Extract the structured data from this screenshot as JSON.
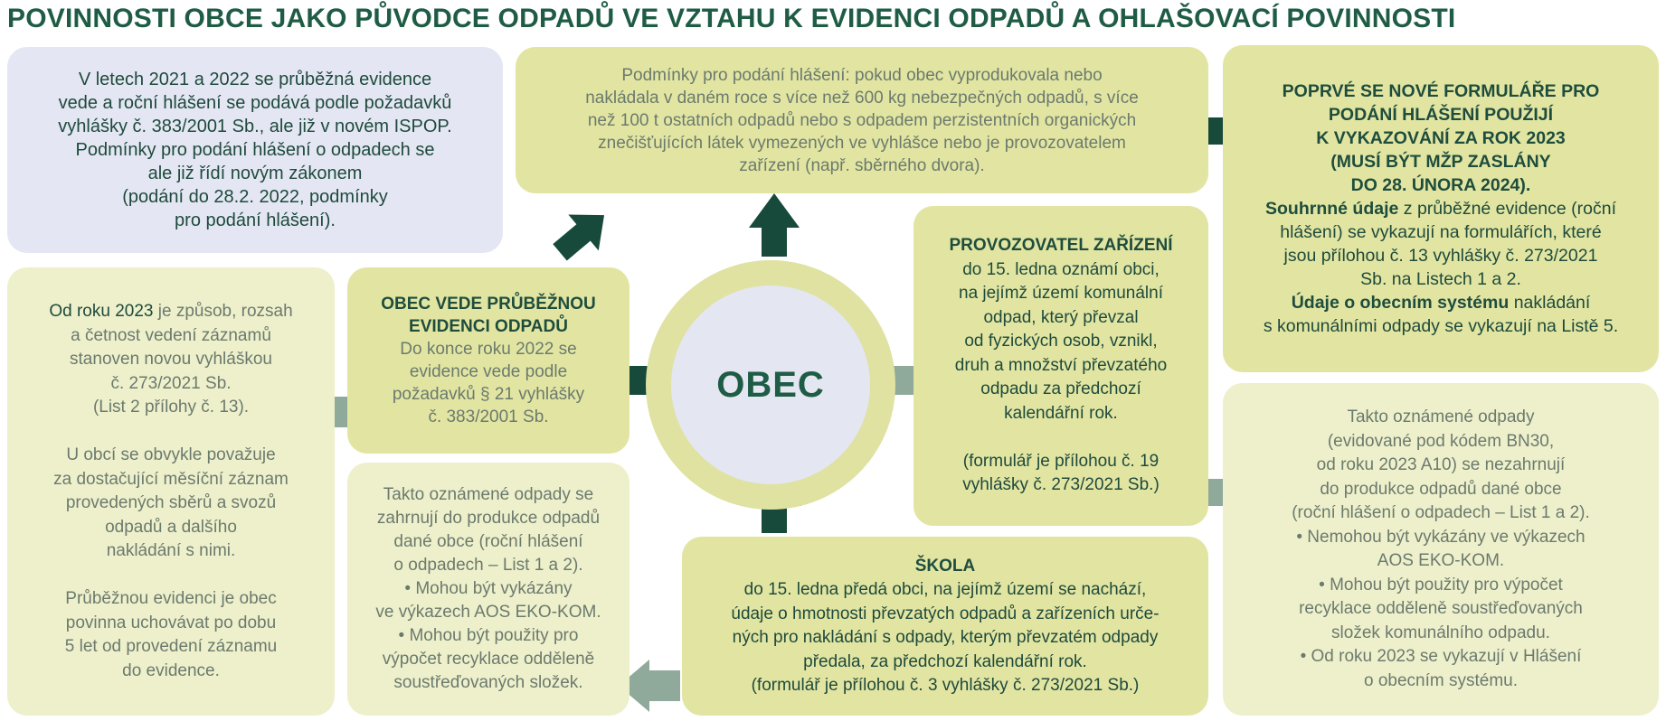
{
  "title": "POVINNOSTI OBCE JAKO PŮVODCE ODPADŮ VE VZTAHU K EVIDENCI ODPADŮ A OHLAŠOVACÍ POVINNOSTI",
  "center": {
    "label": "OBEC"
  },
  "boxes": {
    "intro": "V letech 2021 a 2022 se průběžná evidence\nvede a roční hlášení se podává podle požadavků\nvyhlášky č. 383/2001 Sb., ale již v novém ISPOP.\nPodmínky pro podání hlášení o odpadech se\nale již řídí novým zákonem\n(podání do 28.2. 2022, podmínky\npro podání hlášení).",
    "conditions": "Podmínky pro podání hlášení: pokud obec vyprodukovala nebo\nnakládala v daném roce s více než 600 kg nebezpečných odpadů, s více\nnež 100 t ostatních odpadů nebo s odpadem perzistentních organických\nznečišťujících látek vymezených ve vyhlášce nebo je provozovatelem\nzařízení (např. sběrného dvora).",
    "new_forms": {
      "heading": "POPRVÉ SE NOVÉ FORMULÁŘE PRO\nPODÁNÍ HLÁŠENÍ POUŽIJÍ\nK VYKAZOVÁNÍ ZA ROK 2023\n(MUSÍ BÝT MŽP ZASLÁNY\nDO 28. ÚNORA 2024).",
      "b1": "Souhrnné údaje",
      "t1": " z průběžné evidence (roční\nhlášení) se vykazují na formulářích, které\njsou přílohou č. 13 vyhlášky č. 273/2021\nSb. na Listech 1 a 2.",
      "b2": "Údaje o obecním systému",
      "t2": " nakládání\ns komunálními odpady se vykazují na Listě 5."
    },
    "from_2023": {
      "b": "Od roku 2023",
      "t": " je způsob, rozsah\na četnost vedení záznamů\nstanoven novou vyhláškou\nč. 273/2021 Sb.\n(List 2 přílohy č. 13).\n\nU obcí se obvykle považuje\nza dostačující měsíční záznam\nprovedených sběrů a svozů\nodpadů a dalšího\nnakládání s nimi.\n\nPrůběžnou evidenci je obec\npovinna uchovávat po dobu\n5 let od provedení záznamu\ndo evidence."
    },
    "obec_vede": {
      "heading": "OBEC VEDE PRŮBĚŽNOU\nEVIDENCI ODPADŮ",
      "text": "Do konce roku 2022 se\nevidence vede podle\npožadavků § 21 vyhlášky\nč. 383/2001 Sb."
    },
    "reported_left": "Takto oznámené odpady se\nzahrnují do produkce odpadů\ndané obce (roční hlášení\no odpadech – List 1 a 2).\n• Mohou být vykázány\nve výkazech AOS EKO-KOM.\n• Mohou být použity pro\nvýpočet recyklace odděleně\nsoustřeďovaných složek.",
    "provozovatel": {
      "heading": "PROVOZOVATEL ZAŘÍZENÍ",
      "text": "do 15. ledna oznámí obci,\nna jejímž území komunální\nodpad, který převzal\nod fyzických osob, vznikl,\ndruh a množství převzatého\nodpadu za předchozí\nkalendářní rok.\n\n(formulář je přílohou č. 19\nvyhlášky č. 273/2021 Sb.)"
    },
    "skola": {
      "heading": "ŠKOLA",
      "text": "do 15. ledna předá obci, na jejímž území se nachází,\núdaje o hmotnosti převzatých odpadů a zařízeních urče-\nných pro nakládání s odpady, kterým převzatém odpady\npředala, za předchozí kalendářní rok.\n(formulář je přílohou č. 3 vyhlášky č. 273/2021 Sb.)"
    },
    "reported_right": "Takto oznámené odpady\n(evidované pod kódem BN30,\nod roku 2023 A10) se nezahrnují\ndo produkce odpadů dané obce\n(roční hlášení o odpadech – List 1 a 2).\n• Nemohou být vykázány ve výkazech\nAOS EKO-KOM.\n• Mohou být použity pro výpočet\nrecyklace odděleně soustřeďovaných\nsložek komunálního odpadu.\n• Od roku 2023 se vykazují v Hlášení\no obecním systému."
  },
  "colors": {
    "blue_box": "#e4e7f3",
    "yellow_box": "#e2e5a2",
    "pale_box": "#eef0cb",
    "arrow_dark": "#174a3a",
    "arrow_light": "#8fa99a",
    "title": "#1f5c45"
  }
}
